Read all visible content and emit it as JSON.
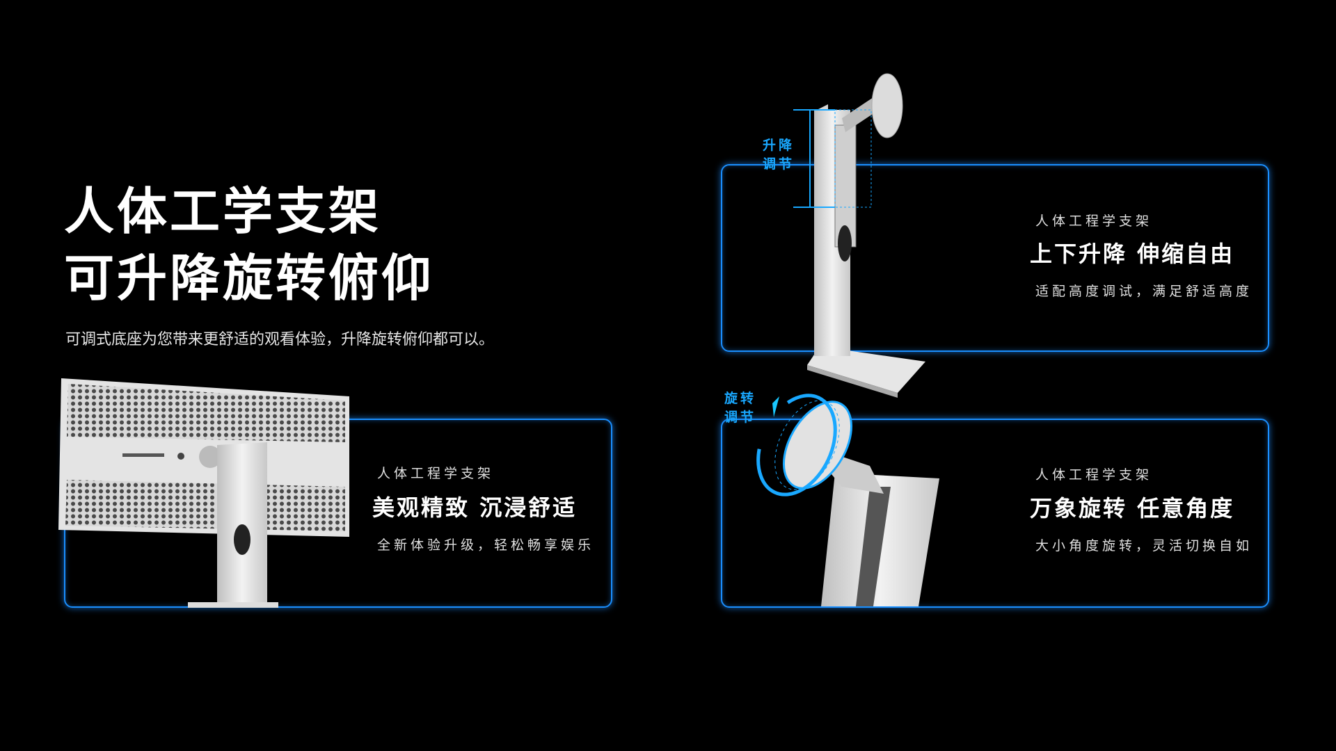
{
  "hero": {
    "title_line1": "人体工学支架",
    "title_line2": "可升降旋转俯仰",
    "subtitle": "可调式底座为您带来更舒适的观看体验，升降旋转俯仰都可以。"
  },
  "cards": [
    {
      "label": "人体工程学支架",
      "heading": "美观精致 沉浸舒适",
      "desc": "全新体验升级，轻松畅享娱乐"
    },
    {
      "label": "人体工程学支架",
      "heading": "上下升降 伸缩自由",
      "desc": "适配高度调试，满足舒适高度"
    },
    {
      "label": "人体工程学支架",
      "heading": "万象旋转 任意角度",
      "desc": "大小角度旋转，灵活切换自如"
    }
  ],
  "annotations": {
    "lift_line1": "升降",
    "lift_line2": "调节",
    "rotate_line1": "旋转",
    "rotate_line2": "调节"
  },
  "colors": {
    "accent": "#1a8fff",
    "background": "#000000"
  }
}
